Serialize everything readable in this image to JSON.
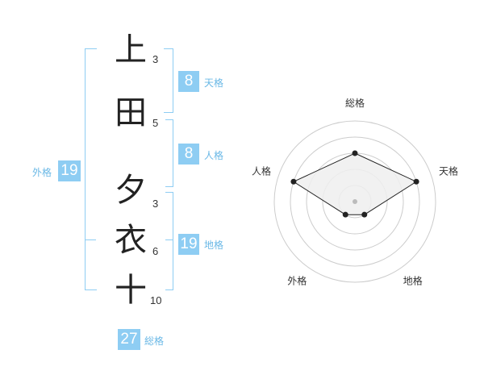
{
  "name": {
    "chars": [
      {
        "char": "上",
        "strokes": "3"
      },
      {
        "char": "田",
        "strokes": "5"
      },
      {
        "char": "夕",
        "strokes": "3"
      },
      {
        "char": "衣",
        "strokes": "6"
      },
      {
        "char": "十",
        "strokes": "10"
      }
    ]
  },
  "kaku": {
    "tenkaku": {
      "label": "天格",
      "value": "8"
    },
    "jinkaku": {
      "label": "人格",
      "value": "8"
    },
    "chikaku": {
      "label": "地格",
      "value": "19"
    },
    "gaikaku": {
      "label": "外格",
      "value": "19"
    },
    "soukaku": {
      "label": "総格",
      "value": "27"
    }
  },
  "chart_data": {
    "type": "radar",
    "axes": [
      "総格",
      "天格",
      "地格",
      "外格",
      "人格"
    ],
    "series": [
      {
        "values": [
          3,
          4,
          1,
          1,
          4
        ]
      }
    ],
    "rmax": 5,
    "ring_count": 5,
    "colors": {
      "fill": "#eeeeee",
      "line": "#222222",
      "grid": "#cccccc",
      "center": "#bbbbbb"
    }
  },
  "colors": {
    "accent": "#8ecdf3"
  }
}
